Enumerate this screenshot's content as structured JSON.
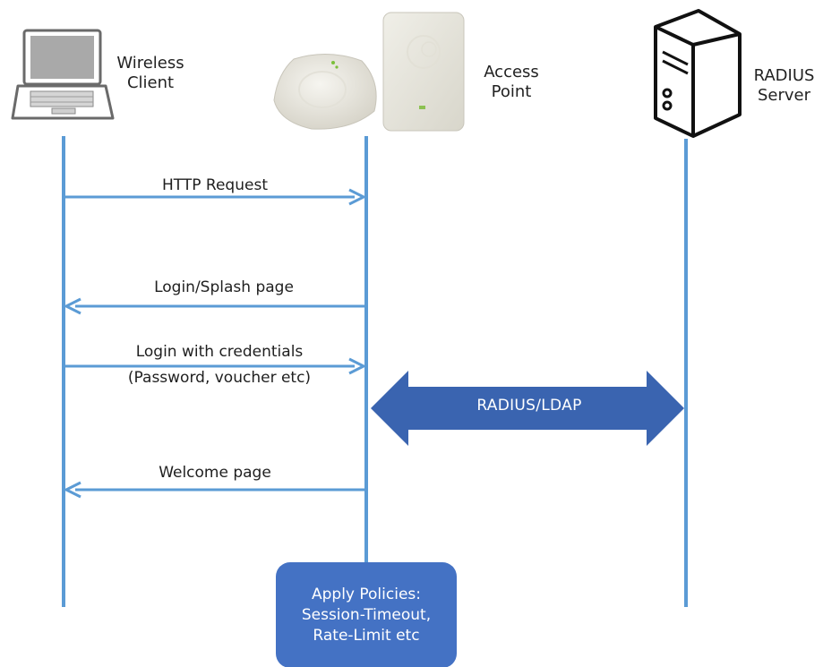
{
  "colors": {
    "lifeline": "#5b9bd5",
    "double_arrow": "#3a64b0",
    "policy_box": "#4472c4",
    "text": "#222222"
  },
  "actors": {
    "client": {
      "line1": "Wireless",
      "line2": "Client",
      "icon": "laptop-icon"
    },
    "access_point": {
      "line1": "Access",
      "line2": "Point",
      "icon": "access-point-icon"
    },
    "server": {
      "line1": "RADIUS",
      "line2": "Server",
      "icon": "server-icon"
    }
  },
  "messages": {
    "http_request": "HTTP Request",
    "login_splash": "Login/Splash page",
    "login_credentials_1": "Login with credentials",
    "login_credentials_2": "(Password, voucher etc)",
    "welcome": "Welcome page"
  },
  "radius_link": {
    "label": "RADIUS/LDAP"
  },
  "policy": {
    "line1": "Apply Policies:",
    "line2": "Session-Timeout,",
    "line3": "Rate-Limit etc"
  }
}
